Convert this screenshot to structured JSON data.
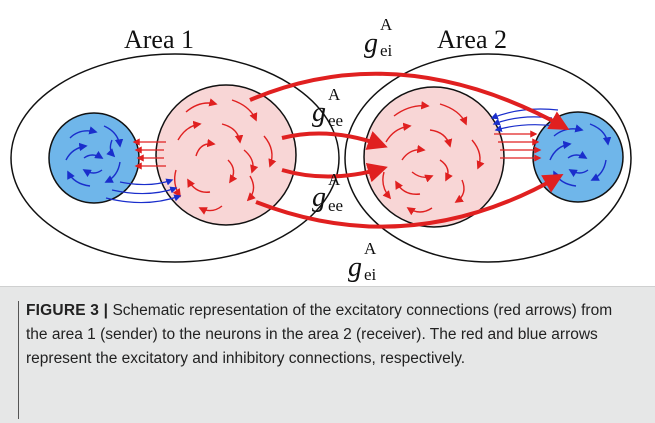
{
  "figure": {
    "area1_title": "Area 1",
    "area2_title": "Area 2",
    "g_symbol": "g",
    "labels": [
      {
        "sub": "ei",
        "sup": "A"
      },
      {
        "sub": "ee",
        "sup": "A"
      },
      {
        "sub": "ee",
        "sup": "A"
      },
      {
        "sub": "ei",
        "sup": "A"
      }
    ],
    "colors": {
      "excitatory": "#e02020",
      "inhibitory": "#1a2ecc",
      "excitatory_fill": "#f8d6d6",
      "inhibitory_fill": "#6fb6ea"
    }
  },
  "caption": {
    "label": "FIGURE 3 |",
    "text": " Schematic representation of the excitatory connections (red arrows) from the area 1 (sender) to the neurons in the area 2 (receiver). The red and blue arrows represent the excitatory and inhibitory connections, respectively."
  }
}
